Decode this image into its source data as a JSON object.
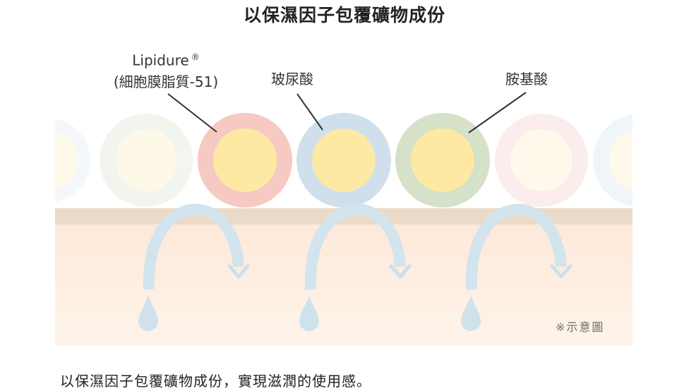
{
  "title": "以保濕因子包覆礦物成份",
  "labels": {
    "lipidure_name": "Lipidure",
    "lipidure_mark": "®",
    "lipidure_desc": "(細胞膜脂質-51)",
    "hyaluronic": "玻尿酸",
    "amino": "胺基酸"
  },
  "note": "※示意圖",
  "caption": "以保濕因子包覆礦物成份，實現滋潤的使用感。",
  "colors": {
    "lipidure_ring": "#f6c9c2",
    "hyaluronic_ring": "#cfe0ec",
    "amino_ring": "#d5e1c8",
    "mineral_core": "#fde9a4",
    "skin_band": "#ecdac8",
    "skin_bg": "#fdefe2",
    "arrow": "#d2e4ee",
    "droplet": "#cfe2ec"
  }
}
